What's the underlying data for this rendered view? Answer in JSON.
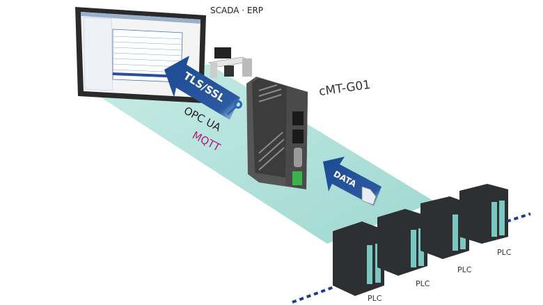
{
  "labels": {
    "scada_erp": "SCADA · ERP",
    "device_name": "cMT-G01",
    "tls": "TLS/SSL",
    "opcua": "OPC UA",
    "mqtt": "MQTT",
    "data": "DATA",
    "plc": [
      "PLC",
      "PLC",
      "PLC",
      "PLC"
    ]
  },
  "colors": {
    "band": "#a9dcd6",
    "arrow": "#1f4f94",
    "mqtt": "#b0197a",
    "device": "#3f3f3f",
    "terminal": "#3cb34a",
    "plc": "#2d3033",
    "plc_io": "#7cc7c2",
    "bus_dots": "#1f3d8a"
  }
}
